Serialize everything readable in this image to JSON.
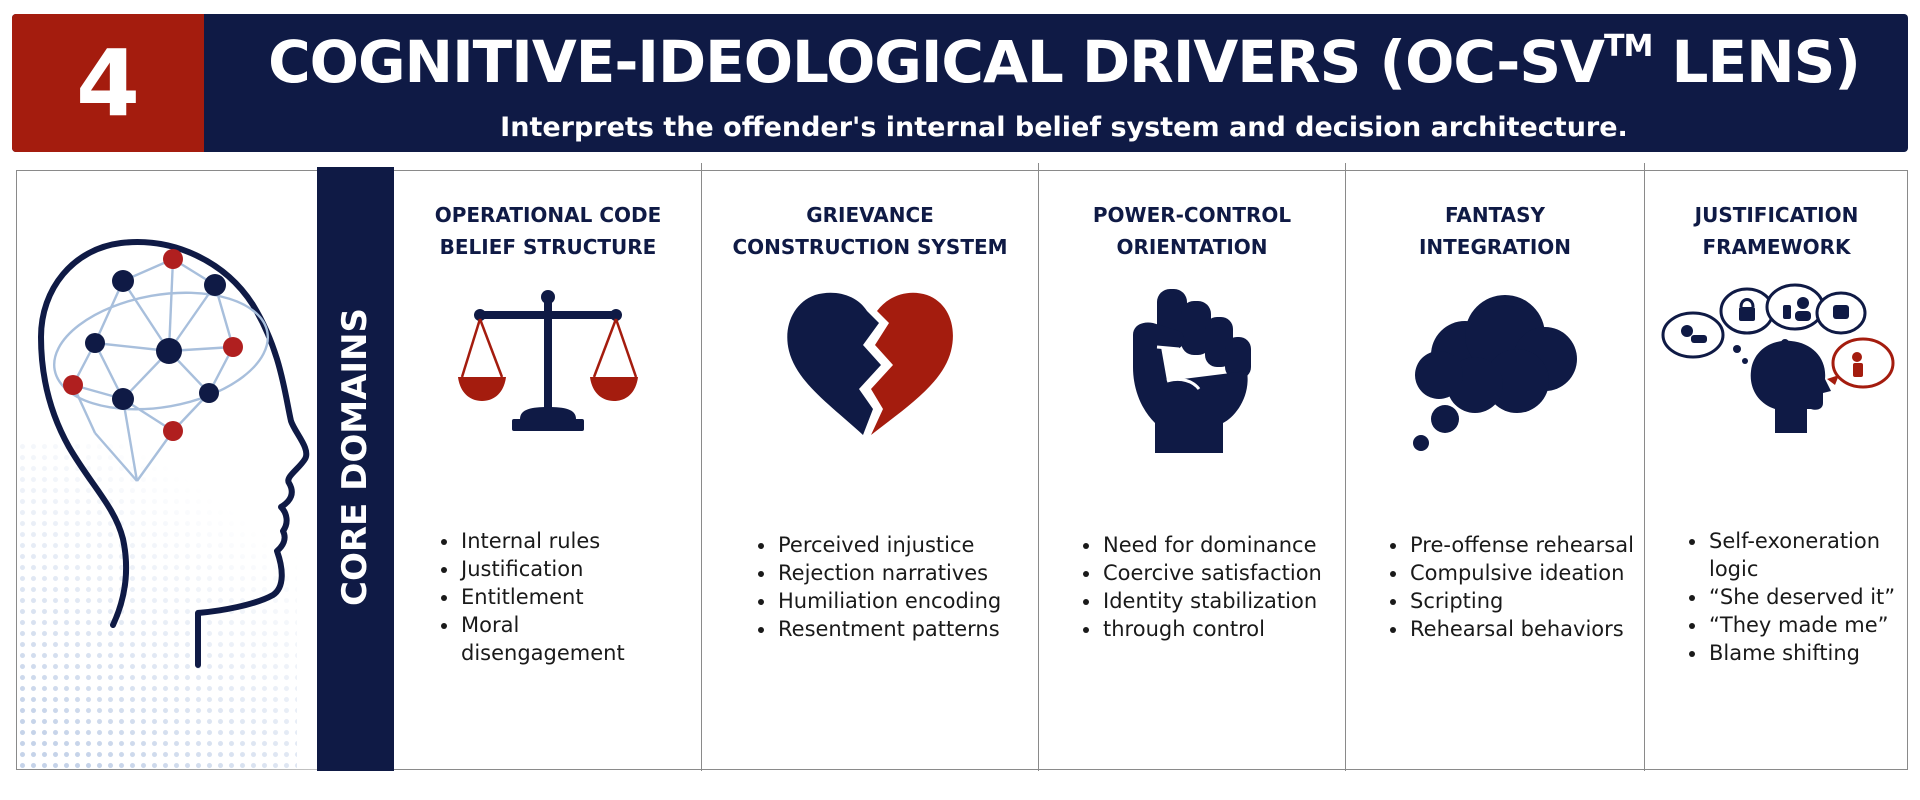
{
  "header": {
    "number": "4",
    "title": "COGNITIVE-IDEOLOGICAL DRIVERS (OC-SV",
    "title_sup": "TM",
    "title_end": " LENS)",
    "subtitle": "Interprets the offender's internal belief system and decision architecture."
  },
  "side_label": "CORE DOMAINS",
  "columns": [
    {
      "title_line1": "OPERATIONAL CODE",
      "title_line2": "BELIEF STRUCTURE",
      "icon": "scales-of-justice-icon",
      "items": [
        "Internal rules",
        "Justification",
        "Entitlement",
        "Moral",
        "disengagement"
      ]
    },
    {
      "title_line1": "GRIEVANCE",
      "title_line2": "CONSTRUCTION SYSTEM",
      "icon": "broken-heart-icon",
      "items": [
        "Perceived injustice",
        "Rejection narratives",
        "Humiliation encoding",
        "Resentment patterns"
      ]
    },
    {
      "title_line1": "POWER-CONTROL",
      "title_line2": "ORIENTATION",
      "icon": "raised-fist-icon",
      "items": [
        "Need for dominance",
        "Coercive satisfaction",
        "Identity stabilization",
        "through control"
      ]
    },
    {
      "title_line1": "FANTASY",
      "title_line2": "INTEGRATION",
      "icon": "thought-cloud-icon",
      "items": [
        "Pre-offense rehearsal",
        "Compulsive ideation",
        "Scripting",
        "Rehearsal behaviors"
      ]
    },
    {
      "title_line1": "JUSTIFICATION",
      "title_line2": "FRAMEWORK",
      "icon": "head-with-thoughts-icon",
      "items": [
        "Self-exoneration",
        "logic",
        "“She deserved it”",
        "“They made me”",
        "Blame shifting"
      ]
    }
  ],
  "colors": {
    "navy": "#0f1a45",
    "red": "#a41c0e",
    "node_red": "#b01f1f",
    "link_blue": "#a8bfdc"
  }
}
